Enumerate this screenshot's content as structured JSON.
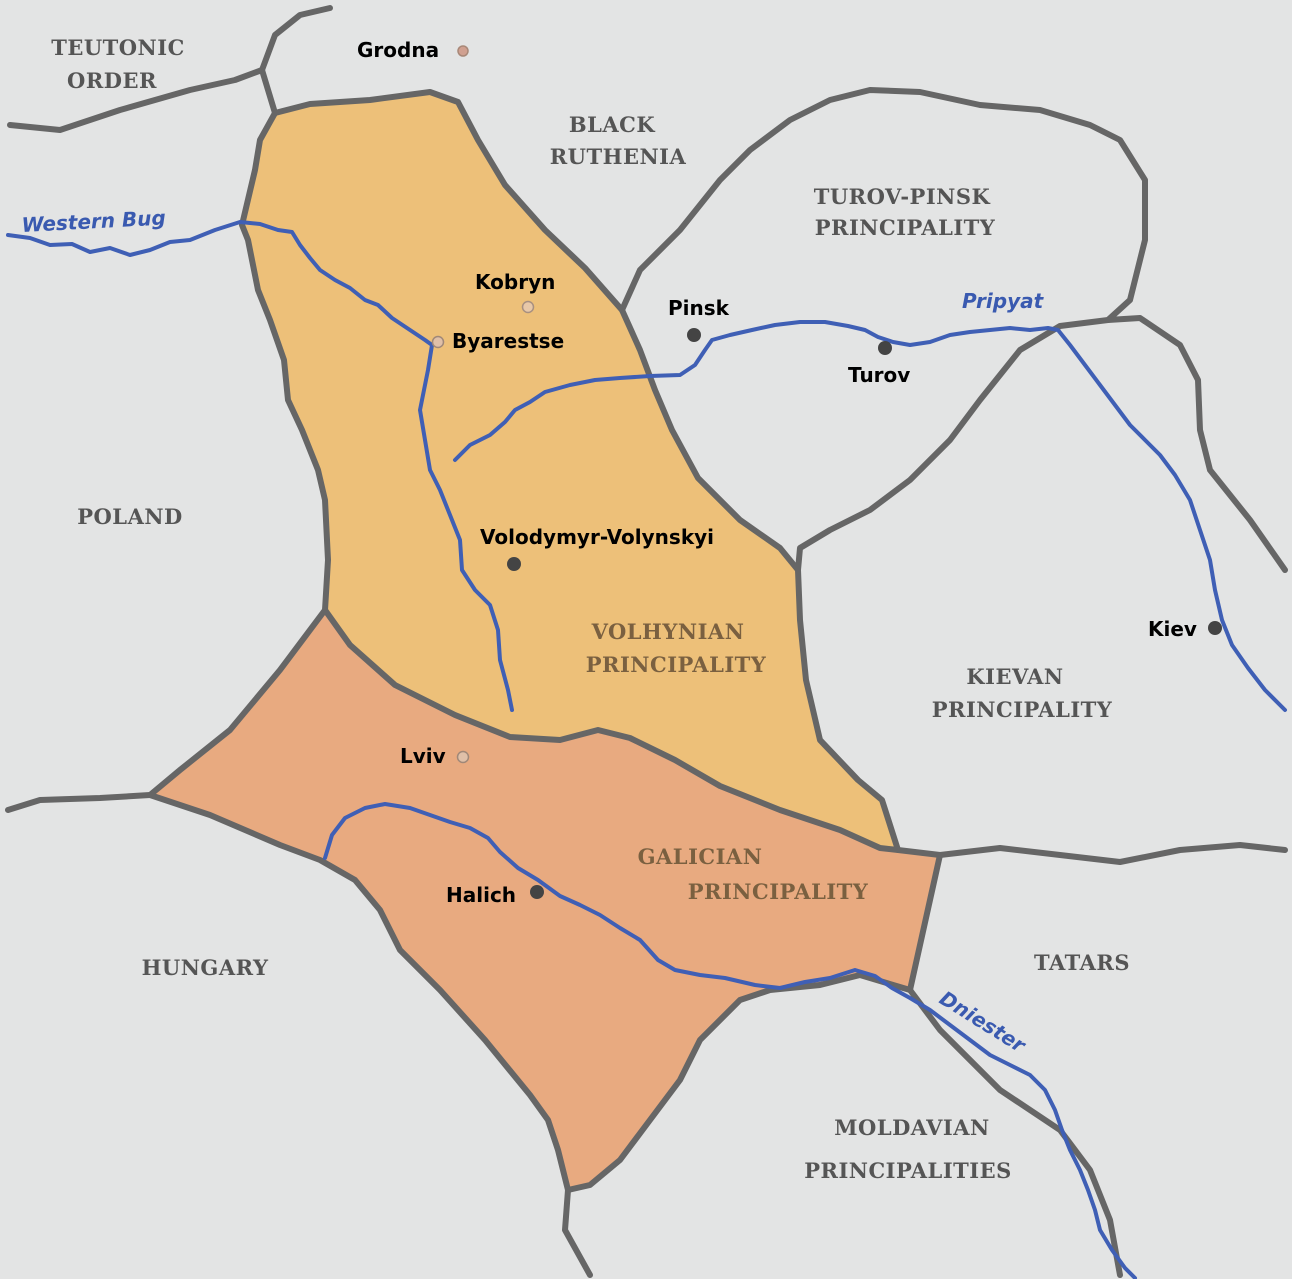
{
  "colors": {
    "background": "#e3e4e4",
    "volhynia": "#edc079",
    "galicia": "#e8aa80",
    "border": "#666666",
    "river": "#3f5fb5",
    "city_major": "#444444",
    "city_minor_fill": "#d0a090",
    "city_minor_stroke": "#a88878"
  },
  "regions": {
    "teutonic_order": [
      "TEUTONIC",
      "ORDER"
    ],
    "black_ruthenia": [
      "BLACK",
      "RUTHENIA"
    ],
    "turov_pinsk": [
      "TUROV-PINSK",
      "PRINCIPALITY"
    ],
    "poland": "POLAND",
    "volhynian": [
      "VOLHYNIAN",
      "PRINCIPALITY"
    ],
    "kievan": [
      "KIEVAN",
      "PRINCIPALITY"
    ],
    "galician": [
      "GALICIAN",
      "PRINCIPALITY"
    ],
    "hungary": "HUNGARY",
    "tatars": "TATARS",
    "moldavian": [
      "MOLDAVIAN",
      "PRINCIPALITIES"
    ]
  },
  "cities": {
    "grodna": "Grodna",
    "kobryn": "Kobryn",
    "byarestse": "Byarestse",
    "pinsk": "Pinsk",
    "turov": "Turov",
    "volodymyr": "Volodymyr-Volynskyi",
    "kiev": "Kiev",
    "lviv": "Lviv",
    "halich": "Halich"
  },
  "rivers": {
    "western_bug": "Western Bug",
    "pripyat": "Pripyat",
    "dniester": "Dniester"
  }
}
